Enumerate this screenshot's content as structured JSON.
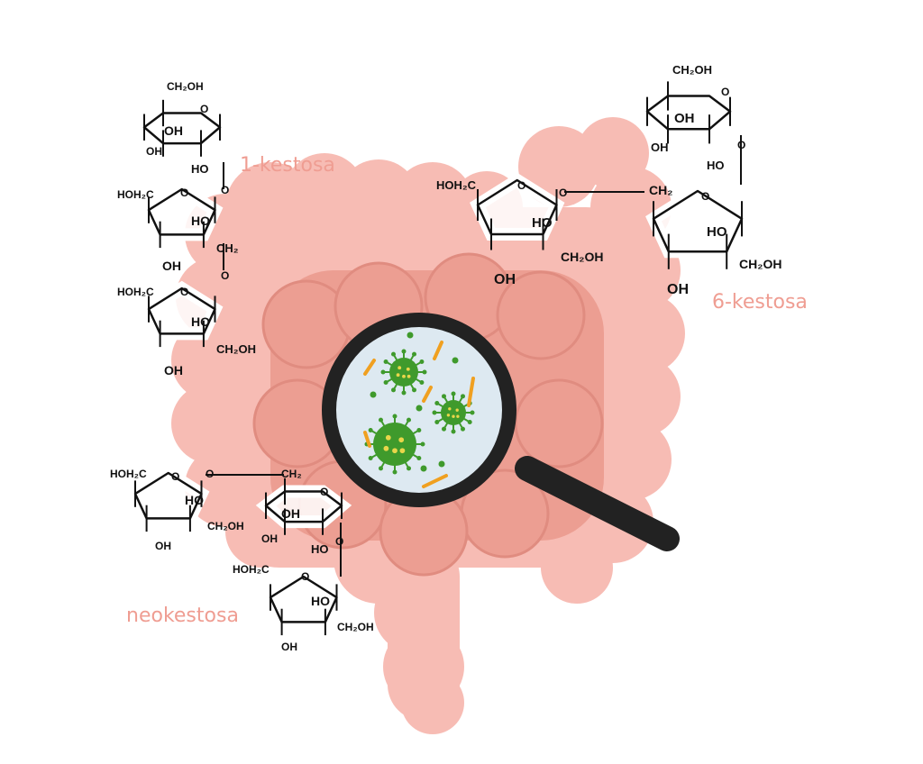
{
  "labels": {
    "kestose_1": "1-kestosa",
    "kestose_6": "6-kestosa",
    "neokestose": "neokestosa"
  },
  "atom_labels": {
    "ch2oh": "CH₂OH",
    "oh": "OH",
    "ho": "HO",
    "hoh2c": "HOH₂C",
    "o": "O",
    "ch2": "CH₂"
  },
  "colors": {
    "intestine_outer": "#f7bcb4",
    "intestine_inner": "#ec9e92",
    "lens": "#dde9f1",
    "microbe": "#3f9a2c",
    "bacteria": "#f0a020",
    "handle": "#222222"
  }
}
